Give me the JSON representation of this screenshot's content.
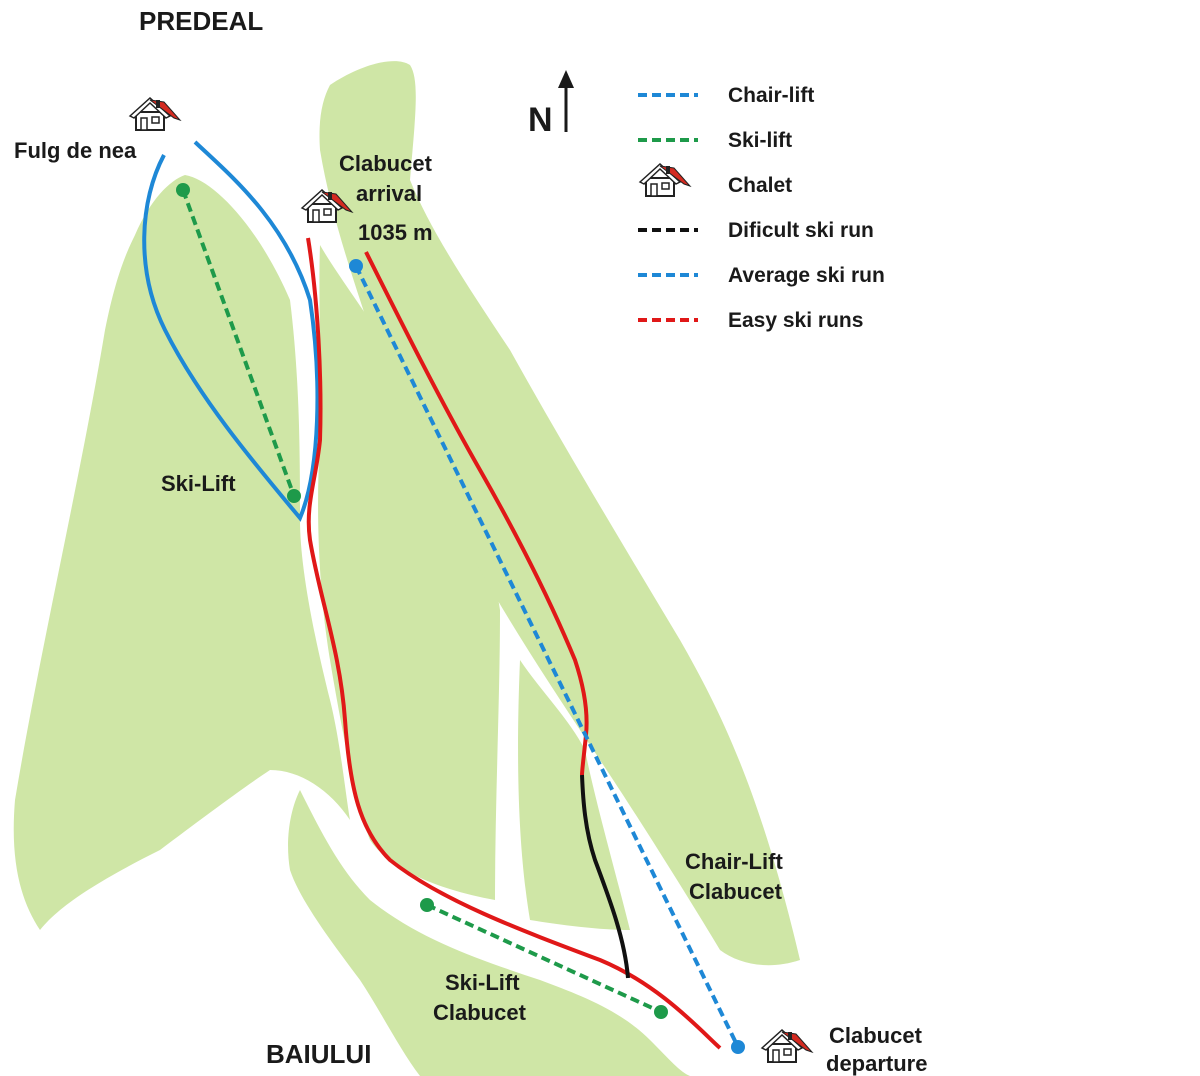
{
  "colors": {
    "terrain": "#cfe6a6",
    "chair_lift": "#1e88d6",
    "ski_lift": "#1e9a4a",
    "difficult": "#111111",
    "average": "#1e88d6",
    "easy": "#e01818",
    "roof": "#d42a20"
  },
  "map": {
    "place_top": "PREDEAL",
    "place_bottom": "BAIULUI",
    "north": "N",
    "fulg": "Fulg de nea",
    "arrival_1": "Clabucet",
    "arrival_2": "arrival",
    "arrival_3": "1035 m",
    "skilift": "Ski-Lift",
    "chair_1": "Chair-Lift",
    "chair_2": "Clabucet",
    "skilift2_1": "Ski-Lift",
    "skilift2_2": "Clabucet",
    "departure_1": "Clabucet",
    "departure_2": "departure"
  },
  "legend": {
    "chair_lift": "Chair-lift",
    "ski_lift": "Ski-lift",
    "chalet": "Chalet",
    "difficult": "Dificult ski run",
    "average": "Average ski run",
    "easy": "Easy ski runs"
  }
}
